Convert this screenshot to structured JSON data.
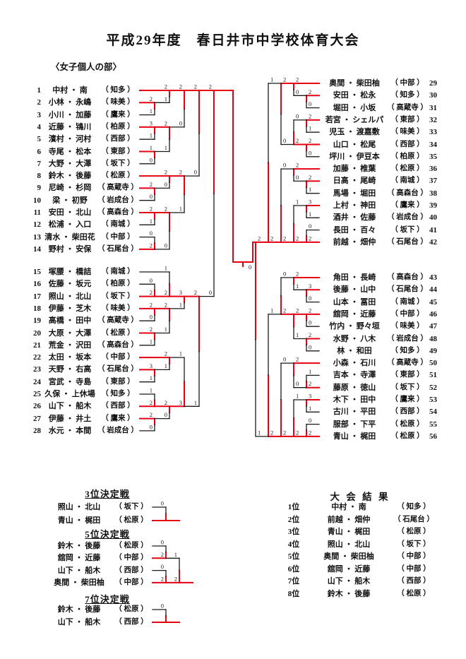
{
  "title": "平成29年度　春日井市中学校体育大会",
  "subtitle": "〈女子個人の部〉",
  "colors": {
    "line": "#1a1a1a",
    "winner": "#e60012"
  },
  "entries_left": [
    {
      "seed": 1,
      "names": "中村 ・ 南",
      "school": "（ 知多 ）"
    },
    {
      "seed": 2,
      "names": "小林 ・ 永嶋",
      "school": "（ 味美 ）"
    },
    {
      "seed": 3,
      "names": "小川 ・ 加藤",
      "school": "（ 鷹来 ）"
    },
    {
      "seed": 4,
      "names": "近藤 ・ 鴇川",
      "school": "（ 柏原 ）"
    },
    {
      "seed": 5,
      "names": "濱村 ・ 河村",
      "school": "（ 西部 ）"
    },
    {
      "seed": 6,
      "names": "寺尾 ・ 松本",
      "school": "（ 東部 ）"
    },
    {
      "seed": 7,
      "names": "大野 ・ 大澤",
      "school": "（ 坂下 ）"
    },
    {
      "seed": 8,
      "names": "鈴木 ・ 後藤",
      "school": "（ 松原 ）"
    },
    {
      "seed": 9,
      "names": "尼崎 ・ 杉岡",
      "school": "（ 高蔵寺 ）"
    },
    {
      "seed": 10,
      "names": "梁 ・ 初野",
      "school": "（ 岩成台 ）"
    },
    {
      "seed": 11,
      "names": "安田 ・ 北山",
      "school": "（ 高森台 ）"
    },
    {
      "seed": 12,
      "names": "松浦 ・ 入口",
      "school": "（ 南城 ）"
    },
    {
      "seed": 13,
      "names": "清水 ・ 柴田花",
      "school": "（ 中部 ）"
    },
    {
      "seed": 14,
      "names": "野村 ・ 安保",
      "school": "（ 石尾台 ）"
    },
    {
      "seed": 15,
      "names": "塚腰 ・ 橋詰",
      "school": "（ 南城 ）"
    },
    {
      "seed": 16,
      "names": "佐藤 ・ 坂元",
      "school": "（ 柏原 ）"
    },
    {
      "seed": 17,
      "names": "照山 ・ 北山",
      "school": "（ 坂下 ）"
    },
    {
      "seed": 18,
      "names": "伊藤 ・ 芝木",
      "school": "（ 味美 ）"
    },
    {
      "seed": 19,
      "names": "高橋 ・ 田中",
      "school": "（ 高蔵寺 ）"
    },
    {
      "seed": 20,
      "names": "大原 ・ 大澤",
      "school": "（ 松原 ）"
    },
    {
      "seed": 21,
      "names": "荒金 ・ 沢田",
      "school": "（ 高森台 ）"
    },
    {
      "seed": 22,
      "names": "太田 ・ 坂本",
      "school": "（ 中部 ）"
    },
    {
      "seed": 23,
      "names": "天野 ・ 右高",
      "school": "（ 石尾台 ）"
    },
    {
      "seed": 24,
      "names": "宮武 ・ 寺島",
      "school": "（ 東部 ）"
    },
    {
      "seed": 25,
      "names": "久保 ・ 上休場",
      "school": "（ 知多 ）"
    },
    {
      "seed": 26,
      "names": "山下 ・ 船木",
      "school": "（ 西部 ）"
    },
    {
      "seed": 27,
      "names": "伊藤 ・ 井土",
      "school": "（ 鷹来 ）"
    },
    {
      "seed": 28,
      "names": "水元 ・ 本間",
      "school": "（ 岩成台 ）"
    }
  ],
  "entries_right": [
    {
      "seed": 29,
      "names": "奥間 ・ 柴田柚",
      "school": "（ 中部 ）"
    },
    {
      "seed": 30,
      "names": "安田 ・ 松永",
      "school": "（ 知多 ）"
    },
    {
      "seed": 31,
      "names": "堀田 ・ 小坂",
      "school": "（ 高蔵寺 ）"
    },
    {
      "seed": 32,
      "names": "若宮 ・ シェルパ",
      "school": "（ 東部 ）"
    },
    {
      "seed": 33,
      "names": "児玉 ・ 渡嘉敷",
      "school": "（ 味美 ）"
    },
    {
      "seed": 34,
      "names": "山口 ・ 松尾",
      "school": "（ 西部 ）"
    },
    {
      "seed": 35,
      "names": "坪川 ・ 伊豆本",
      "school": "（ 柏原 ）"
    },
    {
      "seed": 36,
      "names": "加藤 ・ 椎葉",
      "school": "（ 松原 ）"
    },
    {
      "seed": 37,
      "names": "日高 ・ 尾崎",
      "school": "（ 南城 ）"
    },
    {
      "seed": 38,
      "names": "馬場 ・ 堀田",
      "school": "（ 高森台 ）"
    },
    {
      "seed": 39,
      "names": "上村 ・ 神田",
      "school": "（ 鷹来 ）"
    },
    {
      "seed": 40,
      "names": "酒井 ・ 佐藤",
      "school": "（ 岩成台 ）"
    },
    {
      "seed": 41,
      "names": "長田 ・ 百々",
      "school": "（ 坂下 ）"
    },
    {
      "seed": 42,
      "names": "前越 ・ 畑仲",
      "school": "（ 石尾台 ）"
    },
    {
      "seed": 43,
      "names": "角田 ・ 長崎",
      "school": "（ 高森台 ）"
    },
    {
      "seed": 44,
      "names": "後藤 ・ 山中",
      "school": "（ 石尾台 ）"
    },
    {
      "seed": 45,
      "names": "山本 ・ 冨田",
      "school": "（ 南城 ）"
    },
    {
      "seed": 46,
      "names": "舘岡 ・ 近藤",
      "school": "（ 中部 ）"
    },
    {
      "seed": 47,
      "names": "竹内 ・ 野々垣",
      "school": "（ 味美 ）"
    },
    {
      "seed": 48,
      "names": "水野 ・ 八木",
      "school": "（ 岩成台 ）"
    },
    {
      "seed": 49,
      "names": "林 ・ 和田",
      "school": "（ 知多 ）"
    },
    {
      "seed": 50,
      "names": "小森 ・ 石川",
      "school": "（ 高蔵寺 ）"
    },
    {
      "seed": 51,
      "names": "吉本 ・ 寺澤",
      "school": "（ 東部 ）"
    },
    {
      "seed": 52,
      "names": "藤原 ・ 徳山",
      "school": "（ 坂下 ）"
    },
    {
      "seed": 53,
      "names": "木下 ・ 田中",
      "school": "（ 鷹来 ）"
    },
    {
      "seed": 54,
      "names": "古川 ・ 平田",
      "school": "（ 西部 ）"
    },
    {
      "seed": 55,
      "names": "服部 ・ 下平",
      "school": "（ 松原 ）"
    },
    {
      "seed": 56,
      "names": "青山 ・ 梶田",
      "school": "（ 松原 ）"
    }
  ],
  "bracket": {
    "final_score": "0",
    "left_tree": {
      "t": [
        {
          "t": [
            {
              "t": [
                {
                  "t": [
                    0,
                    {
                      "t": [
                        1,
                        2
                      ],
                      "w": 0,
                      "s": [
                        "2",
                        "1"
                      ]
                    }
                  ],
                  "w": 0,
                  "s": [
                    "2",
                    "1"
                  ]
                },
                {
                  "t": [
                    {
                      "t": [
                        3,
                        4
                      ],
                      "w": 0,
                      "s": [
                        "3",
                        "1"
                      ]
                    },
                    {
                      "t": [
                        5,
                        6
                      ],
                      "w": 0,
                      "s": [
                        "1",
                        "0"
                      ]
                    }
                  ],
                  "w": 0,
                  "s": [
                    "2",
                    "1"
                  ]
                }
              ],
              "w": 0,
              "s": [
                "2",
                "0"
              ]
            },
            {
              "t": [
                {
                  "t": [
                    7,
                    {
                      "t": [
                        8,
                        9
                      ],
                      "w": 0,
                      "s": [
                        "2",
                        "0"
                      ]
                    }
                  ],
                  "w": 0,
                  "s": [
                    "2",
                    "0"
                  ]
                },
                {
                  "t": [
                    {
                      "t": [
                        10,
                        11
                      ],
                      "w": 0,
                      "s": [
                        "2",
                        "1"
                      ]
                    },
                    {
                      "t": [
                        12,
                        13
                      ],
                      "w": 1,
                      "s": [
                        "0",
                        "2"
                      ]
                    }
                  ],
                  "w": 0,
                  "s": [
                    "2",
                    "0"
                  ]
                }
              ],
              "w": 0,
              "s": [
                "2",
                "1"
              ]
            }
          ],
          "w": 0,
          "s": [
            "2",
            "0"
          ]
        },
        {
          "t": [
            {
              "t": [
                {
                  "t": [
                    14,
                    {
                      "t": [
                        15,
                        16
                      ],
                      "w": 1,
                      "s": [
                        "0",
                        "2"
                      ]
                    }
                  ],
                  "w": 1,
                  "s": [
                    "1",
                    "2"
                  ]
                },
                {
                  "t": [
                    {
                      "t": [
                        17,
                        18
                      ],
                      "w": 0,
                      "s": [
                        "2",
                        "0"
                      ]
                    },
                    {
                      "t": [
                        19,
                        20
                      ],
                      "w": 0,
                      "s": [
                        "2",
                        "1"
                      ]
                    }
                  ],
                  "w": 0,
                  "s": [
                    "2",
                    "1"
                  ]
                }
              ],
              "w": 0,
              "s": [
                "3",
                "1"
              ]
            },
            {
              "t": [
                {
                  "t": [
                    21,
                    {
                      "t": [
                        22,
                        23
                      ],
                      "w": 0,
                      "s": [
                        "3",
                        "1"
                      ]
                    }
                  ],
                  "w": 0,
                  "s": [
                    "2",
                    "1"
                  ]
                },
                {
                  "t": [
                    {
                      "t": [
                        24,
                        25
                      ],
                      "w": 1,
                      "s": [
                        "1",
                        "2"
                      ]
                    },
                    {
                      "t": [
                        26,
                        27
                      ],
                      "w": 0,
                      "s": [
                        "2",
                        "0"
                      ]
                    }
                  ],
                  "w": 0,
                  "s": [
                    "2",
                    "0"
                  ]
                }
              ],
              "w": 1,
              "s": [
                "1",
                "3"
              ]
            }
          ],
          "w": 0,
          "s": [
            "2",
            "1"
          ]
        }
      ],
      "w": 0,
      "s": [
        "2",
        "0"
      ]
    },
    "right_tree": {
      "t": [
        {
          "t": [
            {
              "t": [
                {
                  "t": [
                    0,
                    {
                      "t": [
                        1,
                        2
                      ],
                      "w": 0,
                      "s": [
                        "2",
                        "0"
                      ]
                    }
                  ],
                  "w": 0,
                  "s": [
                    "2",
                    "0"
                  ]
                },
                {
                  "t": [
                    {
                      "t": [
                        3,
                        4
                      ],
                      "w": 0,
                      "s": [
                        "2",
                        "1"
                      ]
                    },
                    {
                      "t": [
                        5,
                        6
                      ],
                      "w": 0,
                      "s": [
                        "2",
                        "0"
                      ]
                    }
                  ],
                  "w": 1,
                  "s": [
                    "0",
                    "2"
                  ]
                }
              ],
              "w": 0,
              "s": [
                "2",
                "0"
              ]
            },
            {
              "t": [
                {
                  "t": [
                    7,
                    {
                      "t": [
                        8,
                        9
                      ],
                      "w": 0,
                      "s": [
                        "2",
                        "1"
                      ]
                    }
                  ],
                  "w": 0,
                  "s": [
                    "2",
                    "0"
                  ]
                },
                {
                  "t": [
                    {
                      "t": [
                        10,
                        11
                      ],
                      "w": 0,
                      "s": [
                        "3",
                        "1"
                      ]
                    },
                    {
                      "t": [
                        12,
                        13
                      ],
                      "w": 1,
                      "s": [
                        "0",
                        "2"
                      ]
                    }
                  ],
                  "w": 1,
                  "s": [
                    "1",
                    "2"
                  ]
                }
              ],
              "w": 1,
              "s": [
                "0",
                "2"
              ]
            }
          ],
          "w": 1,
          "s": [
            "1",
            "2"
          ]
        },
        {
          "t": [
            {
              "t": [
                {
                  "t": [
                    14,
                    {
                      "t": [
                        15,
                        16
                      ],
                      "w": 0,
                      "s": [
                        "3",
                        "0"
                      ]
                    }
                  ],
                  "w": 0,
                  "s": [
                    "2",
                    "1"
                  ]
                },
                {
                  "t": [
                    {
                      "t": [
                        17,
                        18
                      ],
                      "w": 0,
                      "s": [
                        "2",
                        "0"
                      ]
                    },
                    {
                      "t": [
                        19,
                        20
                      ],
                      "w": 0,
                      "s": [
                        "2",
                        "0"
                      ]
                    }
                  ],
                  "w": 0,
                  "s": [
                    "2",
                    "1"
                  ]
                }
              ],
              "w": 1,
              "s": [
                "0",
                "2"
              ]
            },
            {
              "t": [
                {
                  "t": [
                    21,
                    {
                      "t": [
                        22,
                        23
                      ],
                      "w": 1,
                      "s": [
                        "1",
                        "2"
                      ]
                    }
                  ],
                  "w": 0,
                  "s": [
                    "2",
                    "0"
                  ]
                },
                {
                  "t": [
                    {
                      "t": [
                        24,
                        25
                      ],
                      "w": 0,
                      "s": [
                        "3",
                        "1"
                      ]
                    },
                    {
                      "t": [
                        26,
                        27
                      ],
                      "w": 1,
                      "s": [
                        "0",
                        "2"
                      ]
                    }
                  ],
                  "w": 1,
                  "s": [
                    "1",
                    "2"
                  ]
                }
              ],
              "w": 1,
              "s": [
                "0",
                "2"
              ]
            }
          ],
          "w": 1,
          "s": [
            "1",
            "2"
          ]
        }
      ],
      "w": 0,
      "s": [
        "2",
        "1"
      ]
    }
  },
  "playoffs": {
    "third": {
      "heading": "3位決定戦",
      "teams": [
        {
          "names": "照山 ・ 北山",
          "school": "（ 坂下 ）"
        },
        {
          "names": "青山 ・ 梶田",
          "school": "（ 松原 ）"
        }
      ],
      "tree": {
        "t": [
          0,
          1
        ],
        "w": 1,
        "s": [
          "0",
          ""
        ]
      }
    },
    "fifth": {
      "heading": "5位決定戦",
      "teams": [
        {
          "names": "鈴木 ・ 後藤",
          "school": "（ 松原 ）"
        },
        {
          "names": "舘岡 ・ 近藤",
          "school": "（ 中部 ）"
        },
        {
          "names": "山下 ・ 船木",
          "school": "（ 西部 ）"
        },
        {
          "names": "奥間 ・ 柴田柚",
          "school": "（ 中部 ）"
        }
      ],
      "tree": {
        "t": [
          {
            "t": [
              0,
              1
            ],
            "w": 1,
            "s": [
              "0",
              "2"
            ]
          },
          {
            "t": [
              2,
              3
            ],
            "w": 1,
            "s": [
              "0",
              "2"
            ]
          }
        ],
        "w": 1,
        "s": [
          "1",
          "2"
        ]
      }
    },
    "seventh": {
      "heading": "7位決定戦",
      "teams": [
        {
          "names": "鈴木 ・ 後藤",
          "school": "（ 松原 ）"
        },
        {
          "names": "山下 ・ 船木",
          "school": "（ 西部 ）"
        }
      ],
      "tree": {
        "t": [
          0,
          1
        ],
        "w": 1,
        "s": [
          "0",
          ""
        ]
      }
    }
  },
  "results": {
    "heading": "大 会 結 果",
    "rows": [
      {
        "rank": "1位",
        "names": "中村 ・ 南",
        "school": "（ 知多 ）"
      },
      {
        "rank": "2位",
        "names": "前越 ・ 畑仲",
        "school": "（ 石尾台 ）"
      },
      {
        "rank": "3位",
        "names": "青山 ・ 梶田",
        "school": "（ 松原 ）"
      },
      {
        "rank": "4位",
        "names": "照山 ・ 北山",
        "school": "（ 坂下 ）"
      },
      {
        "rank": "5位",
        "names": "奥間 ・ 柴田柚",
        "school": "（ 中部 ）"
      },
      {
        "rank": "6位",
        "names": "舘岡 ・ 近藤",
        "school": "（ 中部 ）"
      },
      {
        "rank": "7位",
        "names": "山下 ・ 船木",
        "school": "（ 西部 ）"
      },
      {
        "rank": "8位",
        "names": "鈴木 ・ 後藤",
        "school": "（ 松原 ）"
      }
    ]
  }
}
